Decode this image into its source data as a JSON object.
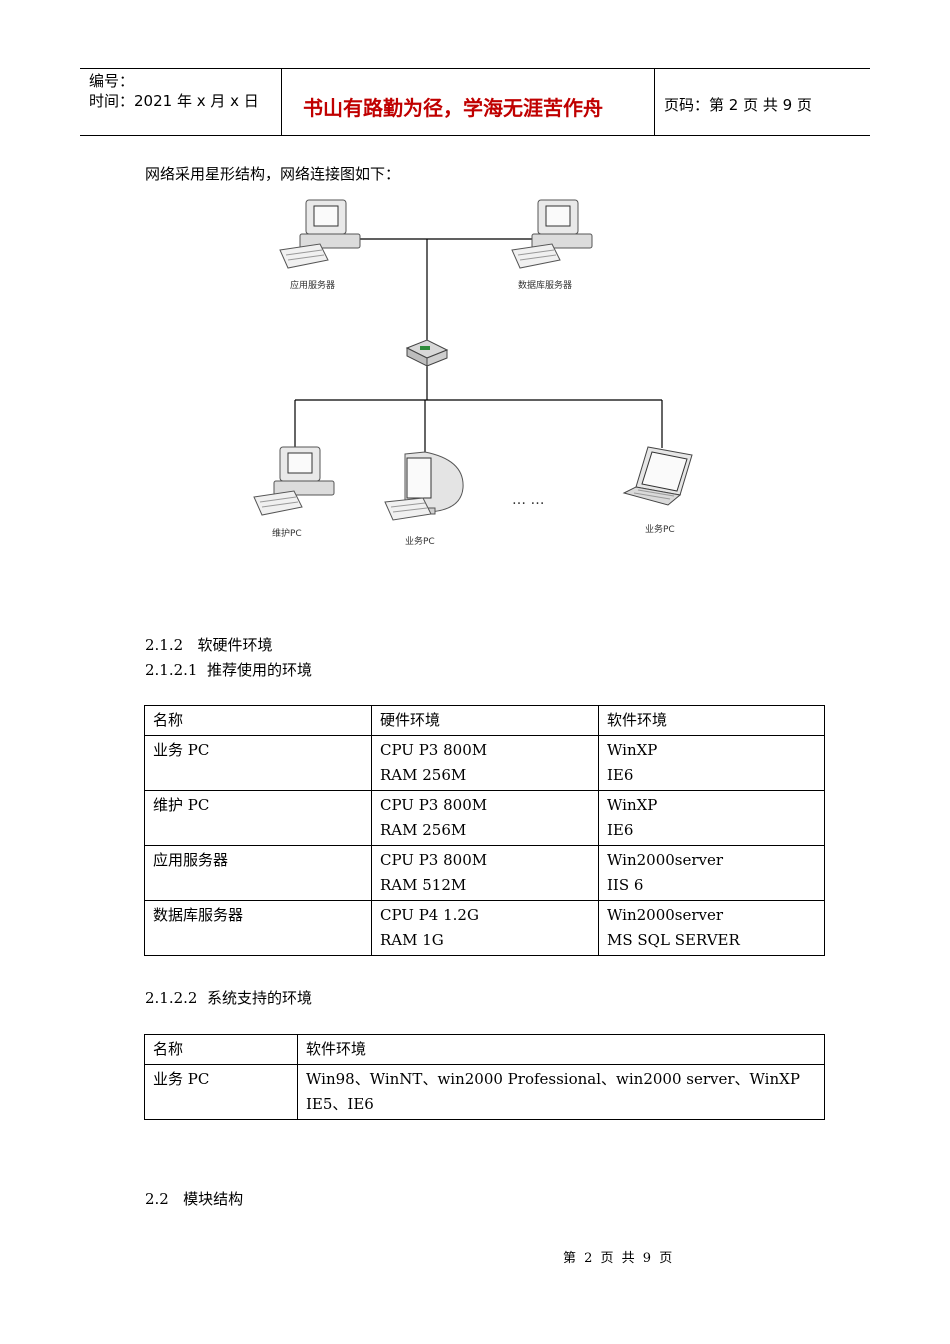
{
  "header": {
    "number_label": "编号：",
    "date_label": "时间：2021 年 x 月 x 日",
    "motto": "书山有路勤为径，学海无涯苦作舟",
    "page_label": "页码：第 2 页  共 9 页"
  },
  "intro": "网络采用星形结构，网络连接图如下：",
  "diagram": {
    "labels": {
      "app_server": "应用服务器",
      "db_server": "数据库服务器",
      "maint_pc": "维护PC",
      "biz_pc_1": "业务PC",
      "biz_pc_2": "业务PC",
      "dots": "…  …"
    }
  },
  "section_212": "2.1.2   软硬件环境",
  "section_2121": "2.1.2.1  推荐使用的环境",
  "table1": {
    "headers": [
      "名称",
      "硬件环境",
      "软件环境"
    ],
    "rows": [
      {
        "name": "业务 PC",
        "hw1": "CPU P3 800M",
        "hw2": "RAM 256M",
        "sw1": "WinXP",
        "sw2": "IE6"
      },
      {
        "name": "维护 PC",
        "hw1": "CPU P3 800M",
        "hw2": "RAM 256M",
        "sw1": "WinXP",
        "sw2": "IE6"
      },
      {
        "name": "应用服务器",
        "hw1": "CPU P3 800M",
        "hw2": "RAM 512M",
        "sw1": "Win2000server",
        "sw2": "IIS 6"
      },
      {
        "name": "数据库服务器",
        "hw1": "CPU P4 1.2G",
        "hw2": "RAM 1G",
        "sw1": "Win2000server",
        "sw2": "MS SQL SERVER"
      }
    ]
  },
  "section_2122": "2.1.2.2  系统支持的环境",
  "table2": {
    "headers": [
      "名称",
      "软件环境"
    ],
    "rows": [
      {
        "name": "业务 PC",
        "sw1": "Win98、WinNT、win2000 Professional、win2000 server、WinXP",
        "sw2": "IE5、IE6"
      }
    ]
  },
  "section_22": "2.2   模块结构",
  "footer": "第 2 页 共 9 页"
}
